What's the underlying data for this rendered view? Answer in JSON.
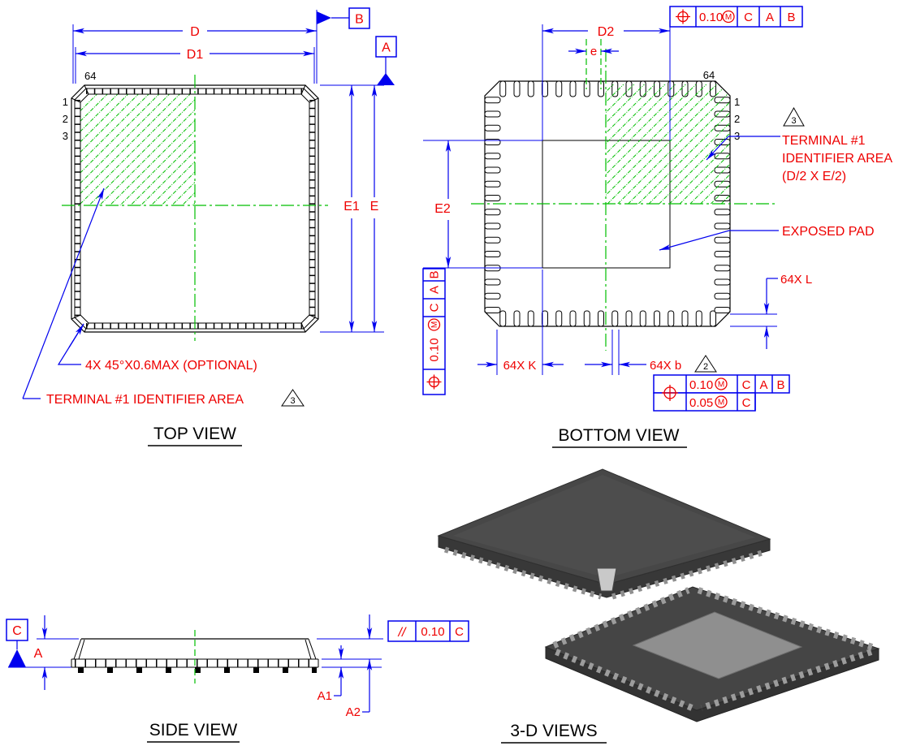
{
  "colors": {
    "dimension_blue": "#0000EE",
    "annotation_red": "#EE0000",
    "centerline_green": "#00BF00",
    "outline_black": "#000000",
    "body_dark_gray": "#474747",
    "pad_gray": "#8f8f8f"
  },
  "top_view": {
    "title": "TOP VIEW",
    "dim_d": "D",
    "dim_d1": "D1",
    "dim_e1": "E1",
    "dim_e": "E",
    "datum_a": "A",
    "datum_b": "B",
    "pin_64": "64",
    "pin_1": "1",
    "pin_2": "2",
    "pin_3": "3",
    "note_chamfer": "4X 45°X0.6MAX (OPTIONAL)",
    "note_terminal": "TERMINAL #1 IDENTIFIER AREA",
    "flag_terminal": "3"
  },
  "bottom_view": {
    "title": "BOTTOM VIEW",
    "dim_d2": "D2",
    "dim_e": "e",
    "dim_e2": "E2",
    "dim_l": "64X L",
    "dim_k": "64X K",
    "dim_b": "64X b",
    "flag_b": "2",
    "pin_64": "64",
    "pin_1": "1",
    "pin_2": "2",
    "pin_3": "3",
    "note_terminal_1": "TERMINAL #1",
    "note_terminal_2": "IDENTIFIER AREA",
    "note_terminal_3": "(D/2 X E/2)",
    "flag_terminal": "3",
    "note_exposed_pad": "EXPOSED PAD",
    "fcf_top": {
      "tol": "0.10",
      "mod": "M",
      "ref1": "C",
      "ref2": "A",
      "ref3": "B"
    },
    "fcf_left": {
      "tol": "0.10",
      "mod": "M",
      "ref1": "C",
      "ref2": "A",
      "ref3": "B"
    },
    "fcf_bottom": {
      "row1_tol": "0.10",
      "row1_mod": "M",
      "row1_ref1": "C",
      "row1_ref2": "A",
      "row1_ref3": "B",
      "row2_tol": "0.05",
      "row2_mod": "M",
      "row2_ref1": "C"
    }
  },
  "side_view": {
    "title": "SIDE VIEW",
    "datum_c": "C",
    "dim_a": "A",
    "dim_a1": "A1",
    "dim_a2": "A2",
    "fcf": {
      "sym": "//",
      "tol": "0.10",
      "ref": "C"
    }
  },
  "three_d": {
    "title": "3-D VIEWS"
  }
}
